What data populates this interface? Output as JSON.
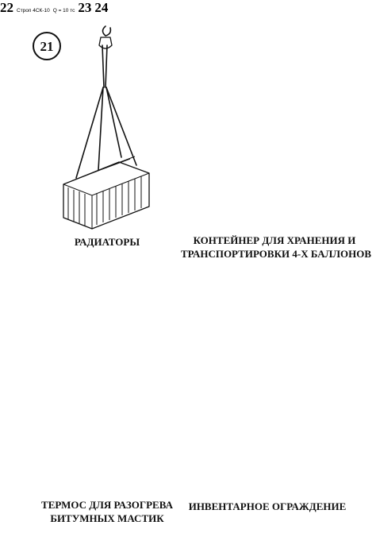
{
  "panels": [
    {
      "number": "21",
      "caption_lines": [
        "РАДИАТОРЫ"
      ]
    },
    {
      "number": "22",
      "caption_lines": [
        "КОНТЕЙНЕР ДЛЯ ХРАНЕНИЯ И",
        "ТРАНСПОРТИРОВКИ 4-Х БАЛЛОНОВ"
      ],
      "sling_label": "Строп 4СК-10",
      "load_label": "Q = 10 тс"
    },
    {
      "number": "23",
      "caption_lines": [
        "ТЕРМОС ДЛЯ РАЗОГРЕВА",
        "БИТУМНЫХ МАСТИК"
      ]
    },
    {
      "number": "24",
      "caption_lines": [
        "ИНВЕНТАРНОЕ ОГРАЖДЕНИЕ"
      ]
    }
  ]
}
